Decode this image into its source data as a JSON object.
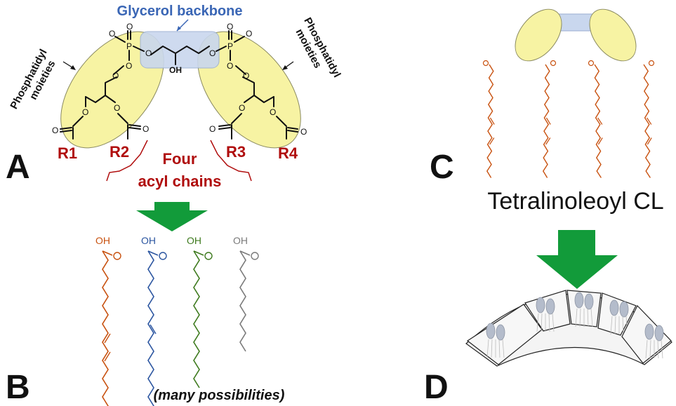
{
  "panels": {
    "a": "A",
    "b": "B",
    "c": "C",
    "d": "D"
  },
  "glycerol_backbone": "Glycerol backbone",
  "phosphatidyl": "Phosphatidyl",
  "moieties": "moieties",
  "r_labels": [
    "R1",
    "R2",
    "R3",
    "R4"
  ],
  "four": "Four",
  "acyl_chains": "acyl chains",
  "atoms": {
    "O": "O",
    "P": "P",
    "OH": "OH"
  },
  "fatty_acids": [
    {
      "label": "OH",
      "color": "#c8510f"
    },
    {
      "label": "OH",
      "color": "#2b55a0"
    },
    {
      "label": "OH",
      "color": "#3e7a1e"
    },
    {
      "label": "OH",
      "color": "#7a7a7a"
    }
  ],
  "many_possibilities": "(many possibilities)",
  "tetralinoleoyl": "Tetralinoleoyl CL",
  "colors": {
    "highlight_yellow": "#f7f3a3",
    "backbone_blue": "#c9d7ee",
    "arrow_green": "#129b3a",
    "red": "#b00d0d",
    "orange": "#c8510f"
  }
}
